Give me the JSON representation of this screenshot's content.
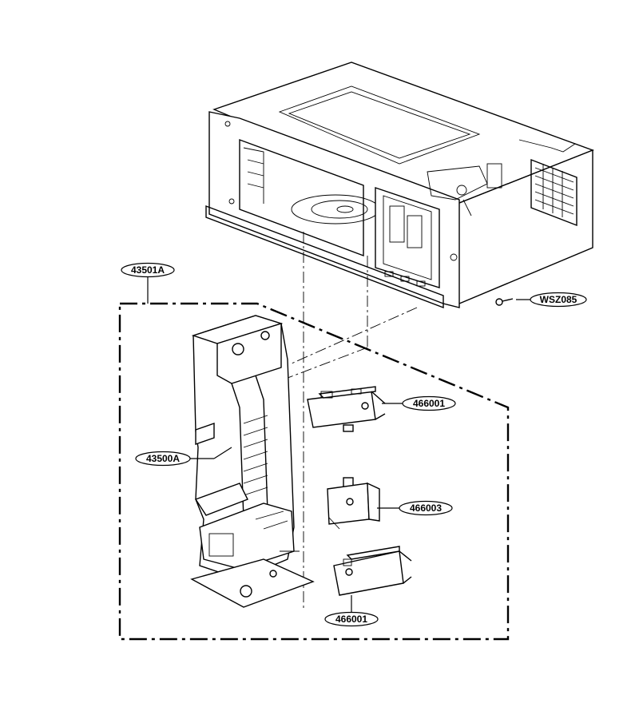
{
  "callouts": {
    "assembly": "43501A",
    "latch_board": "43500A",
    "screw": "WSZ085",
    "switch_top": "466001",
    "switch_middle": "466003",
    "switch_bottom": "466001"
  },
  "colors": {
    "line": "#000000",
    "background": "#ffffff"
  }
}
